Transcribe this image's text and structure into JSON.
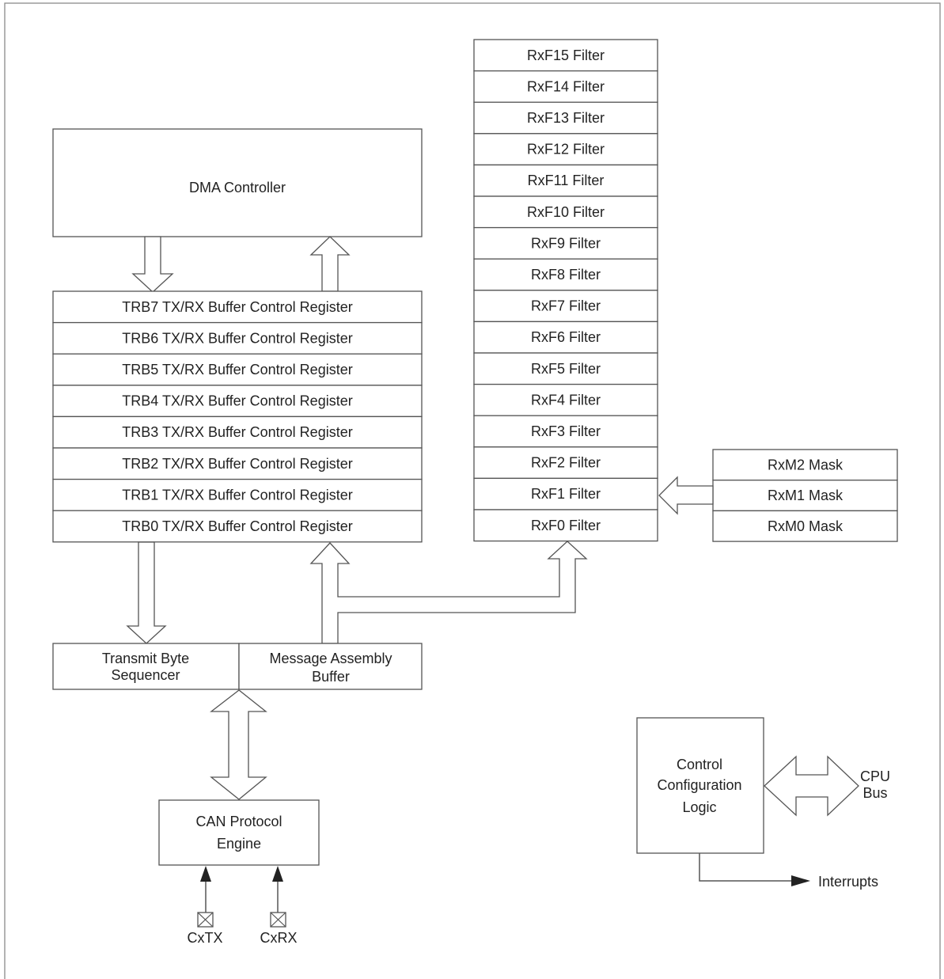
{
  "dma": {
    "label": "DMA Controller"
  },
  "trb": {
    "rows": [
      "TRB7 TX/RX Buffer Control Register",
      "TRB6 TX/RX Buffer Control Register",
      "TRB5 TX/RX Buffer Control Register",
      "TRB4 TX/RX Buffer Control Register",
      "TRB3 TX/RX Buffer Control Register",
      "TRB2 TX/RX Buffer Control Register",
      "TRB1 TX/RX Buffer Control Register",
      "TRB0 TX/RX Buffer Control Register"
    ]
  },
  "filters": {
    "rows": [
      "RxF15 Filter",
      "RxF14 Filter",
      "RxF13 Filter",
      "RxF12 Filter",
      "RxF11 Filter",
      "RxF10 Filter",
      "RxF9 Filter",
      "RxF8 Filter",
      "RxF7 Filter",
      "RxF6 Filter",
      "RxF5 Filter",
      "RxF4 Filter",
      "RxF3 Filter",
      "RxF2 Filter",
      "RxF1 Filter",
      "RxF0 Filter"
    ]
  },
  "masks": {
    "rows": [
      "RxM2 Mask",
      "RxM1 Mask",
      "RxM0 Mask"
    ]
  },
  "transmit_sequencer": {
    "line1": "Transmit Byte",
    "line2": "Sequencer"
  },
  "message_assembly": {
    "line1": "Message Assembly",
    "line2": "Buffer"
  },
  "can_engine": {
    "line1": "CAN Protocol",
    "line2": "Engine"
  },
  "pins": {
    "tx": "CxTX",
    "rx": "CxRX"
  },
  "control_logic": {
    "line1": "Control",
    "line2": "Configuration",
    "line3": "Logic"
  },
  "cpu_bus": {
    "line1": "CPU",
    "line2": "Bus"
  },
  "interrupts": {
    "label": "Interrupts"
  }
}
